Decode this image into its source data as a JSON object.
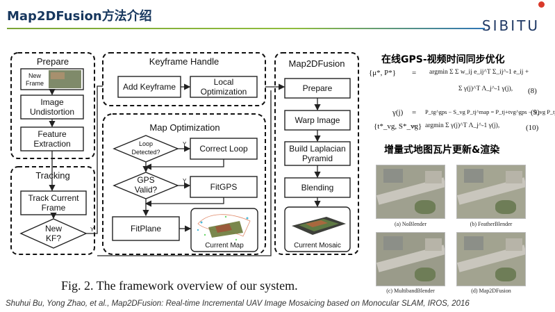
{
  "header": {
    "title": "Map2DFusion方法介绍",
    "logo": "SIBITU"
  },
  "colors": {
    "title": "#17375e",
    "rule_start": "#7aa436",
    "rule_end": "#2e75b6",
    "logo_dot": "#d93a2b"
  },
  "diagram": {
    "prepare": {
      "title": "Prepare",
      "new_frame": [
        "New",
        "Frame"
      ],
      "image_undistortion": [
        "Image",
        "Undistortion"
      ],
      "feature_extraction": [
        "Feature",
        "Extraction"
      ]
    },
    "tracking": {
      "title": "Tracking",
      "track_current_frame": [
        "Track Current",
        "Frame"
      ],
      "new_kf": [
        "New",
        "KF?"
      ],
      "yes": "Y"
    },
    "keyframe_handle": {
      "title": "Keyframe Handle",
      "add_keyframe": "Add Keyframe",
      "local_optimization": [
        "Local",
        "Optimization"
      ]
    },
    "map_optimization": {
      "title": "Map Optimization",
      "loop_detected": [
        "Loop",
        "Detected?"
      ],
      "correct_loop": "Correct Loop",
      "gps_valid": [
        "GPS",
        "Valid?"
      ],
      "fitgps": "FitGPS",
      "fitplane": "FitPlane",
      "current_map": "Current Map",
      "yes": "Y"
    },
    "map2dfusion": {
      "title": "Map2DFusion",
      "prepare": "Prepare",
      "warp_image": "Warp Image",
      "build_laplacian": [
        "Build Laplacian",
        "Pyramid"
      ],
      "blending": "Blending",
      "current_mosaic": "Current Mosaic"
    },
    "caption": "Fig. 2.    The framework overview of our system."
  },
  "right": {
    "sync_title": "在线GPS-视频时间同步优化",
    "equations": {
      "eq8_lhs": "{μ*, P*}",
      "eq8_rhs1": "argmin Σ Σ w_ij e_ij^T Σ_ij^-1 e_ij +",
      "eq8_rhs2": "Σ γ(j)^T Λ_j^-1 γ(j),",
      "eq8_num": "(8)",
      "eq9_lhs": "γ(j)",
      "eq9_rhs": "P_tg^gps − S_vg P_tj^map = P_tj+tvg^gps − S_vg P_tj^map",
      "eq9_num": "(9)",
      "eq10_lhs": "{t*_vg, S*_vg}",
      "eq10_rhs": "argmin Σ γ(j)^T Λ_j^-1 γ(j),",
      "eq10_num": "(10)"
    },
    "tile_title": "增量式地图瓦片更新&渲染",
    "thumbs": [
      {
        "caption": "(a) NoBlender"
      },
      {
        "caption": "(b) FeatherBlender"
      },
      {
        "caption": "(c) MultibandBlender"
      },
      {
        "caption": "(d) Map2DFusion"
      }
    ]
  },
  "citation": "Shuhui Bu, Yong Zhao, et al., Map2DFusion: Real-time Incremental UAV Image Mosaicing based on Monocular SLAM, IROS, 2016"
}
